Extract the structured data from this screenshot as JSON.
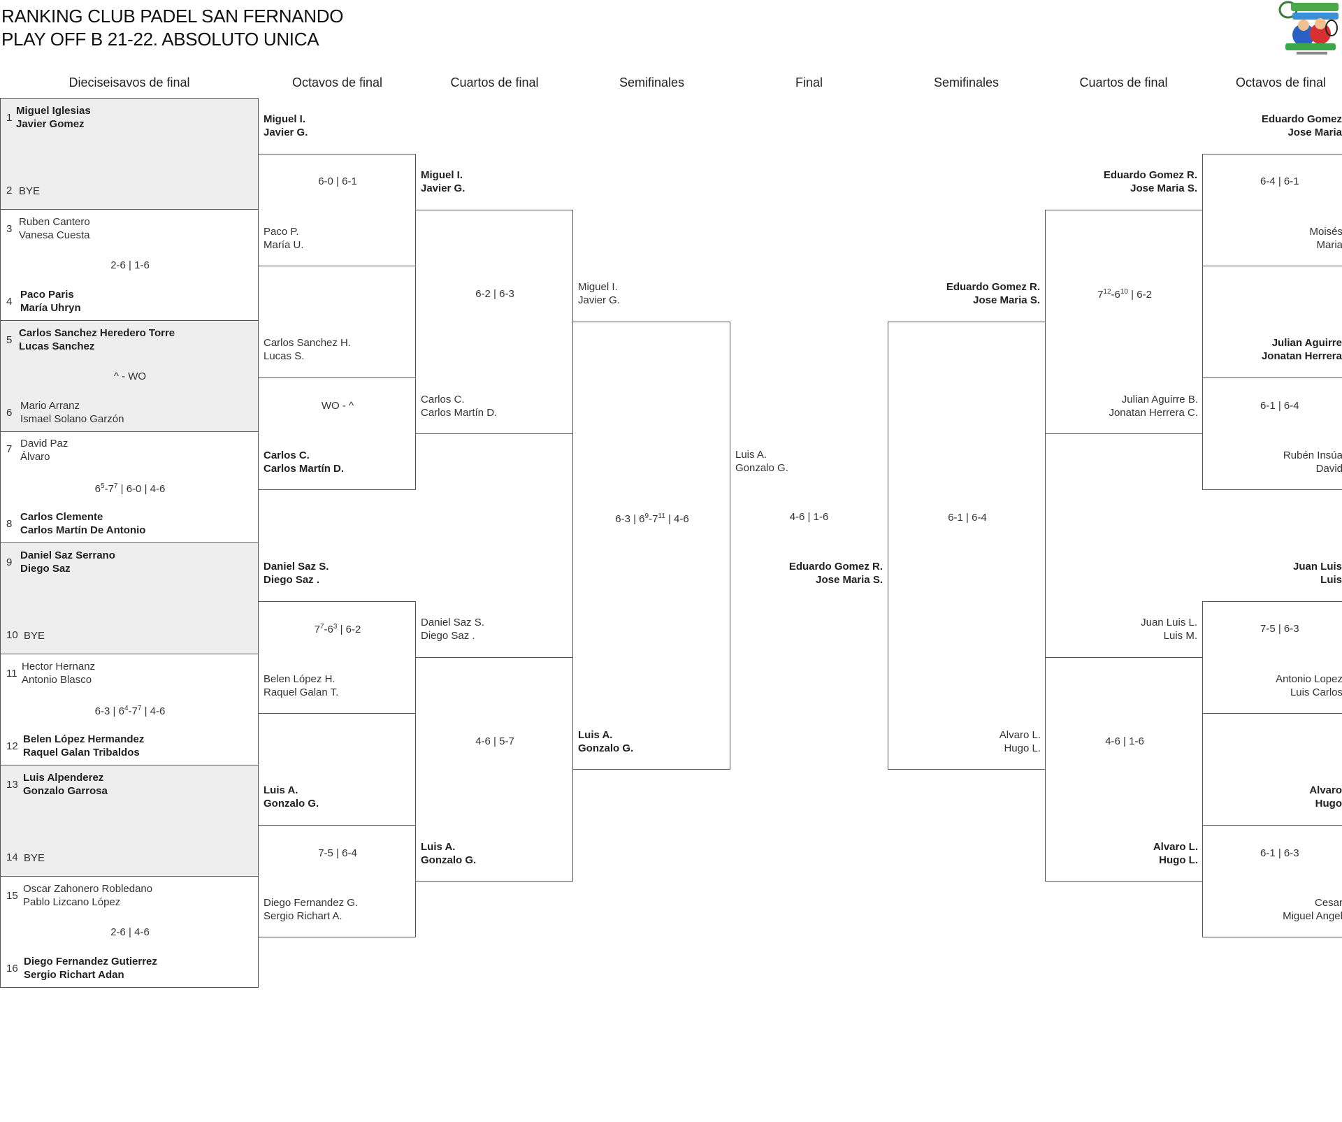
{
  "header": {
    "line1": "RANKING CLUB PADEL SAN FERNANDO",
    "line2": "PLAY OFF B 21-22. ABSOLUTO UNICA"
  },
  "columns": {
    "r32": "Dieciseisavos de final",
    "r16": "Octavos de final",
    "qf": "Cuartos de final",
    "sf": "Semifinales",
    "final": "Final",
    "sf_r": "Semifinales",
    "qf_r": "Cuartos de final",
    "r16_r": "Octavos de final"
  },
  "r32": {
    "s1": "1",
    "p1a": "Miguel Iglesias",
    "p1b": "Javier Gomez",
    "s2": "2",
    "p2a": "BYE",
    "s3": "3",
    "p3a": "Ruben Cantero",
    "p3b": "Vanesa Cuesta",
    "m2": "2-6 | 1-6",
    "s4": "4",
    "p4a": "Paco Paris",
    "p4b": "María Uhryn",
    "s5": "5",
    "p5a": "Carlos Sanchez Heredero Torre",
    "p5b": "Lucas Sanchez",
    "m3": "^ - WO",
    "s6": "6",
    "p6a": "Mario Arranz",
    "p6b": "Ismael Solano Garzón",
    "s7": "7",
    "p7a": "David Paz",
    "p7b": "Álvaro",
    "m4a": "6",
    "m4a1": "5",
    "m4b": "-7",
    "m4b1": "7",
    "m4c": " | 6-0 | 4-6",
    "s8": "8",
    "p8a": "Carlos Clemente",
    "p8b": "Carlos Martín De Antonio",
    "s9": "9",
    "p9a": "Daniel Saz Serrano",
    "p9b": "Diego Saz",
    "s10": "10",
    "p10a": "BYE",
    "s11": "11",
    "p11a": "Hector Hernanz",
    "p11b": "Antonio Blasco",
    "m6a": "6-3 | 6",
    "m6a1": "4",
    "m6b": "-7",
    "m6b1": "7",
    "m6c": " | 4-6",
    "s12": "12",
    "p12a": "Belen López Hermandez",
    "p12b": "Raquel Galan Tribaldos",
    "s13": "13",
    "p13a": "Luis Alpenderez",
    "p13b": "Gonzalo Garrosa",
    "s14": "14",
    "p14a": "BYE",
    "s15": "15",
    "p15a": "Oscar Zahonero Robledano",
    "p15b": "Pablo Lizcano López",
    "m8": "2-6 | 4-6",
    "s16": "16",
    "p16a": "Diego Fernandez Gutierrez",
    "p16b": "Sergio Richart Adan"
  },
  "r16": {
    "a1": "Miguel I.",
    "a2": "Javier G.",
    "b1": "Paco P.",
    "b2": "María U.",
    "sc1": "6-0 | 6-1",
    "c1": "Carlos Sanchez H.",
    "c2": "Lucas S.",
    "d1": "Carlos C.",
    "d2": "Carlos Martín D.",
    "sc2": "WO - ^",
    "e1": "Daniel Saz S.",
    "e2": "Diego Saz .",
    "f1": "Belen López H.",
    "f2": "Raquel Galan T.",
    "sc3a": "7",
    "sc3a1": "7",
    "sc3b": "-6",
    "sc3b1": "3",
    "sc3c": " | 6-2",
    "g1": "Luis A.",
    "g2": "Gonzalo G.",
    "h1": "Diego Fernandez G.",
    "h2": "Sergio Richart A.",
    "sc4": "7-5 | 6-4"
  },
  "qf": {
    "a1": "Miguel I.",
    "a2": "Javier G.",
    "b1": "Carlos C.",
    "b2": "Carlos Martín D.",
    "sc1": "6-2 | 6-3",
    "c1": "Daniel Saz S.",
    "c2": "Diego Saz .",
    "d1": "Luis A.",
    "d2": "Gonzalo G.",
    "sc2": "4-6 | 5-7"
  },
  "sf": {
    "a1": "Miguel I.",
    "a2": "Javier G.",
    "b1": "Luis A.",
    "b2": "Gonzalo G.",
    "sc_a": "6-3 | 6",
    "sc_a1": "9",
    "sc_b": "-7",
    "sc_b1": "11",
    "sc_c": " | 4-6"
  },
  "final": {
    "a1": "Luis A.",
    "a2": "Gonzalo G.",
    "sc": "4-6 | 1-6",
    "b1": "Eduardo Gomez R.",
    "b2": "Jose Maria S."
  },
  "sf_r": {
    "a1": "Eduardo Gomez R.",
    "a2": "Jose Maria S.",
    "b1": "Alvaro L.",
    "b2": "Hugo L.",
    "sc": "6-1 | 6-4"
  },
  "qf_r": {
    "a1": "Eduardo Gomez R.",
    "a2": "Jose Maria S.",
    "b1": "Julian Aguirre B.",
    "b2": "Jonatan Herrera C.",
    "sc1a": "7",
    "sc1a1": "12",
    "sc1b": "-6",
    "sc1b1": "10",
    "sc1c": " | 6-2",
    "c1": "Juan Luis L.",
    "c2": "Luis M.",
    "d1": "Alvaro L.",
    "d2": "Hugo L.",
    "sc2": "4-6 | 1-6"
  },
  "r16_r": {
    "a1": "Eduardo Gomez",
    "a2": "Jose Maria",
    "sc1": "6-4 | 6-1",
    "b1": "Moisés",
    "b2": "Maria",
    "c1": "Julian Aguirre",
    "c2": "Jonatan Herrera",
    "sc2": "6-1 | 6-4",
    "d1": "Rubén Insúa",
    "d2": "David",
    "e1": "Juan Luis",
    "e2": "Luis",
    "sc3": "7-5 | 6-3",
    "f1": "Antonio Lopez",
    "f2": "Luis Carlos",
    "g1": "Alvaro",
    "g2": "Hugo",
    "sc4": "6-1 | 6-3",
    "h1": "Cesar",
    "h2": "Miguel Angel"
  }
}
